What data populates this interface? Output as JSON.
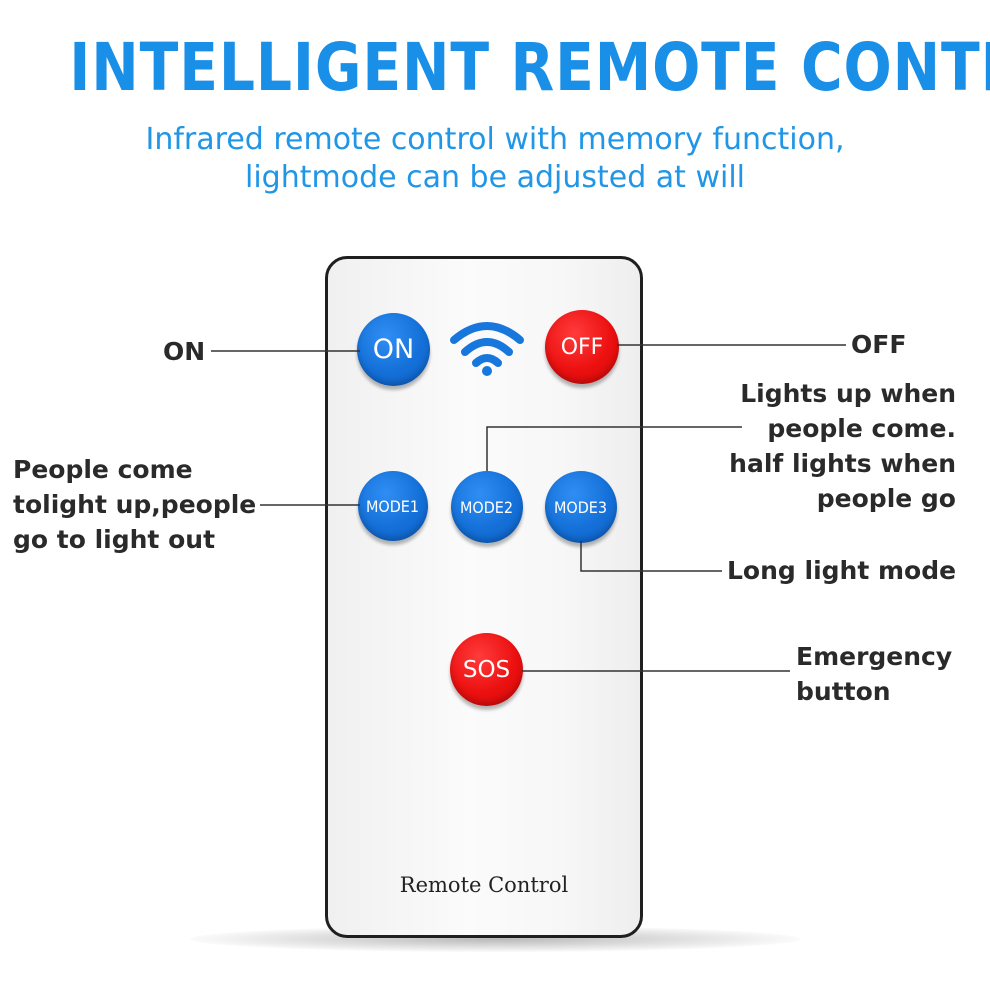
{
  "header": {
    "title": "INTELLIGENT REMOTE CONTROL",
    "subtitle_line1": "Infrared remote control with memory function,",
    "subtitle_line2": "lightmode can be adjusted at will"
  },
  "remote": {
    "label": "Remote Control",
    "buttons": {
      "on": "ON",
      "off": "OFF",
      "mode1": "MODE1",
      "mode2": "MODE2",
      "mode3": "MODE3",
      "sos": "SOS"
    },
    "signal_icon": "wifi-signal-icon"
  },
  "callouts": {
    "on": "ON",
    "off": "OFF",
    "mode2": [
      "Lights up when",
      "people come.",
      "half lights when",
      "people go"
    ],
    "mode1": [
      "People come",
      "tolight up,people",
      "go to light out"
    ],
    "mode3": "Long light mode",
    "sos": [
      "Emergency",
      "button"
    ]
  },
  "colors": {
    "title": "#1a8fe8",
    "button_blue": "#1470d8",
    "button_red": "#ec1010",
    "callout_text": "#2a2a2a"
  }
}
